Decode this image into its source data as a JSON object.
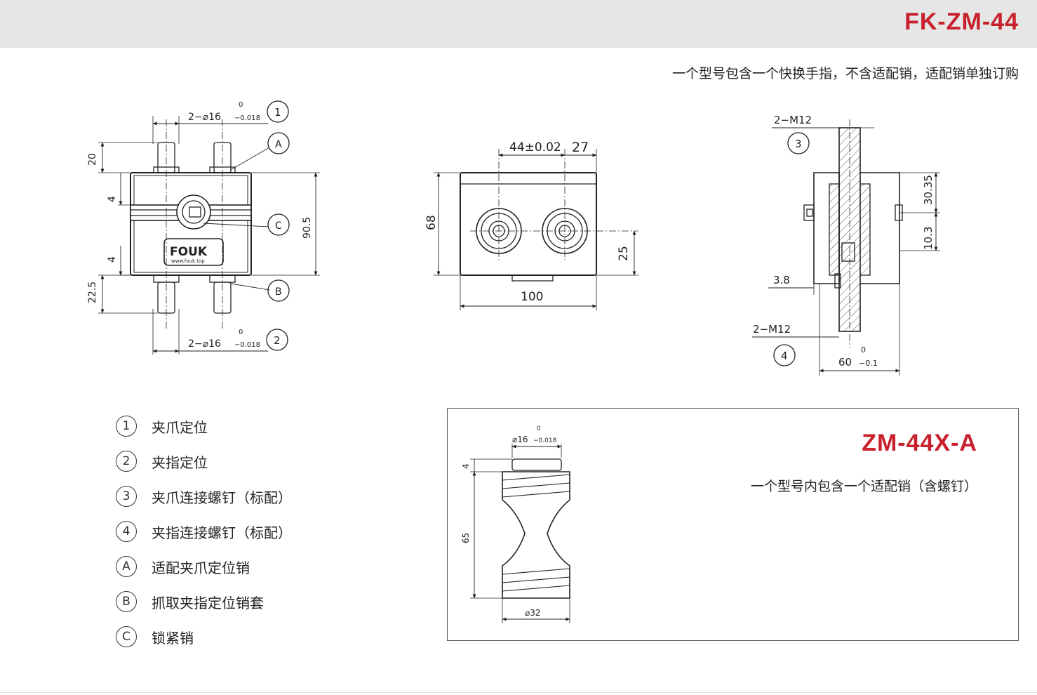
{
  "header": {
    "model": "FK-ZM-44",
    "note": "一个型号包含一个快换手指，不含适配销，适配销单独订购"
  },
  "front_view": {
    "dims": {
      "top_pins": "2−⌀16",
      "tol_top": "0",
      "tol_bottom": "−0.018",
      "bottom_pins": "2−⌀16",
      "tol_top2": "0",
      "tol_bottom2": "−0.018",
      "h20": "20",
      "h4a": "4",
      "h4b": "4",
      "h22_5": "22.5",
      "h90_5": "90.5"
    },
    "logo": "FOUK",
    "logo_sub": "www.fouk.top",
    "callouts": {
      "c1": "1",
      "cA": "A",
      "cC": "C",
      "cB": "B",
      "c2": "2"
    }
  },
  "middle_view": {
    "dims": {
      "spacing": "44±0.02",
      "offset": "27",
      "height": "68",
      "width": "100",
      "hole_height": "25"
    }
  },
  "side_view": {
    "dims": {
      "thread_top": "2−M12",
      "thread_bottom": "2−M12",
      "d30_35": "30.35",
      "d10_3": "10.3",
      "d3_8": "3.8",
      "width": "60",
      "tol_top": "0",
      "tol_bottom": "−0.1"
    },
    "callouts": {
      "c3": "3",
      "c4": "4"
    }
  },
  "legend": [
    {
      "mark": "1",
      "label": "夹爪定位"
    },
    {
      "mark": "2",
      "label": "夹指定位"
    },
    {
      "mark": "3",
      "label": "夹爪连接螺钉（标配）"
    },
    {
      "mark": "4",
      "label": "夹指连接螺钉（标配）"
    },
    {
      "mark": "A",
      "label": "适配夹爪定位销"
    },
    {
      "mark": "B",
      "label": "抓取夹指定位销套"
    },
    {
      "mark": "C",
      "label": "锁紧销"
    }
  ],
  "pin_box": {
    "title": "ZM-44X-A",
    "desc": "一个型号内包含一个适配销（含螺钉）",
    "dims": {
      "diam_top": "⌀16",
      "tol_top": "0",
      "tol_bottom": "−0.018",
      "h4": "4",
      "h65": "65",
      "diam_bottom": "⌀32"
    }
  }
}
